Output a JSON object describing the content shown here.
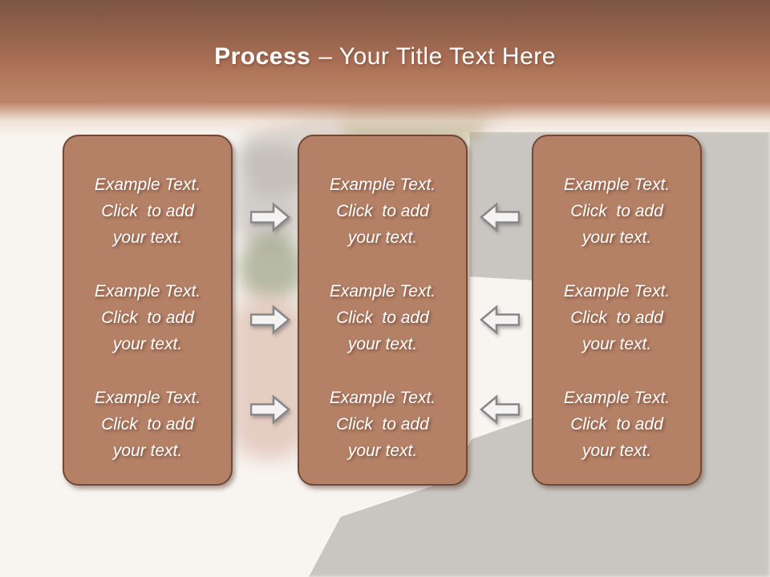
{
  "slide": {
    "title": {
      "emphasis": "Process",
      "rest": "– Your Title Text Here"
    }
  },
  "columns": [
    {
      "name": "left-column",
      "groups": [
        {
          "lines": [
            "Example Text.",
            "Click  to add",
            "your text."
          ]
        },
        {
          "lines": [
            "Example Text.",
            "Click  to add",
            "your text."
          ]
        },
        {
          "lines": [
            "Example Text.",
            "Click  to add",
            "your text."
          ]
        }
      ]
    },
    {
      "name": "middle-column",
      "groups": [
        {
          "lines": [
            "Example Text.",
            "Click  to add",
            "your text."
          ]
        },
        {
          "lines": [
            "Example Text.",
            "Click  to add",
            "your text."
          ]
        },
        {
          "lines": [
            "Example Text.",
            "Click  to add",
            "your text."
          ]
        }
      ]
    },
    {
      "name": "right-column",
      "groups": [
        {
          "lines": [
            "Example Text.",
            "Click  to add",
            "your text."
          ]
        },
        {
          "lines": [
            "Example Text.",
            "Click  to add",
            "your text."
          ]
        },
        {
          "lines": [
            "Example Text.",
            "Click  to add",
            "your text."
          ]
        }
      ]
    }
  ],
  "arrows": {
    "between_left_and_middle": {
      "direction": "right",
      "count": 3
    },
    "between_right_and_middle": {
      "direction": "left",
      "count": 3
    }
  },
  "colors": {
    "header_top": "#7c5545",
    "header_bottom": "#bb8468",
    "box_fill": "#b48066",
    "box_border": "#6f4936",
    "box_text": "#ffffff",
    "arrow_fill": "#f4f3f1",
    "arrow_stroke": "#87878a",
    "background": "#f8f5f1",
    "photo_gray": "#c9c6c1"
  }
}
